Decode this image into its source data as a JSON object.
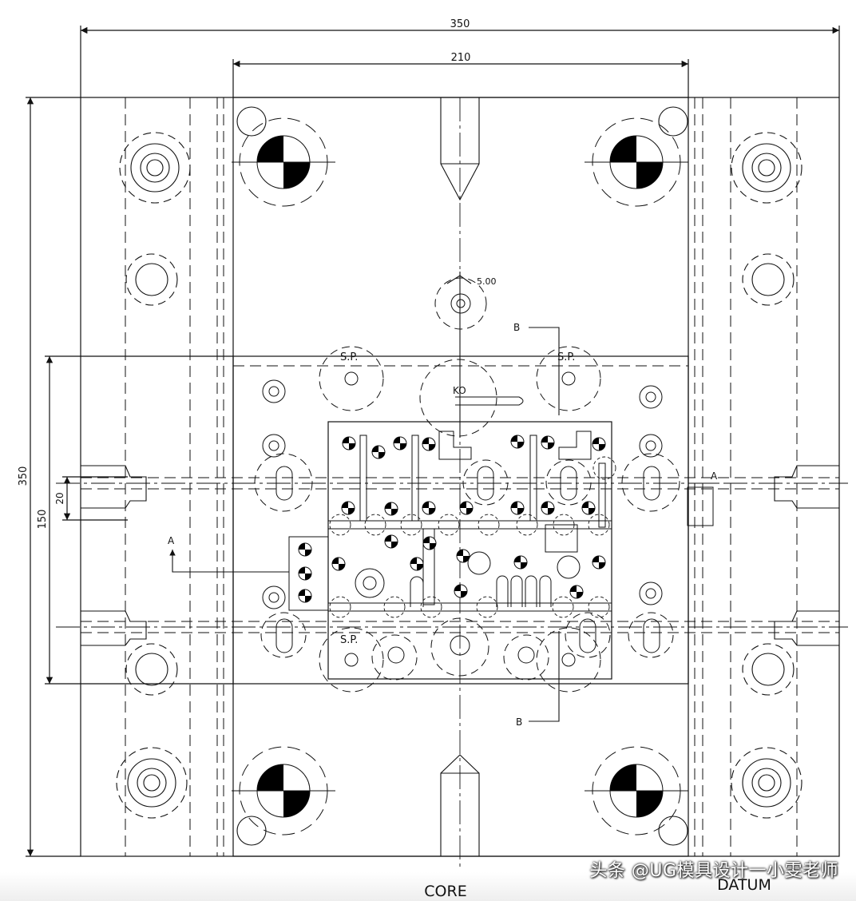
{
  "labels": {
    "dim_overall_width": "350",
    "dim_plate_width": "210",
    "dim_overall_height": "350",
    "dim_cavity_height": "150",
    "dim_slot": "20",
    "dim_angle": "5.00",
    "section_a_left": "A",
    "section_a_right": "A",
    "section_b_top": "B",
    "section_b_bottom": "B",
    "sp_top_left": "S.P.",
    "sp_top_right": "S.P.",
    "sp_bottom_left": "S.P.",
    "ko": "KO",
    "core": "CORE",
    "datum": "DATUM"
  },
  "watermark": "头条 @UG模具设计一小雯老师",
  "colors": {
    "line": "#111111",
    "fill": "#000000",
    "background": "#ffffff"
  }
}
